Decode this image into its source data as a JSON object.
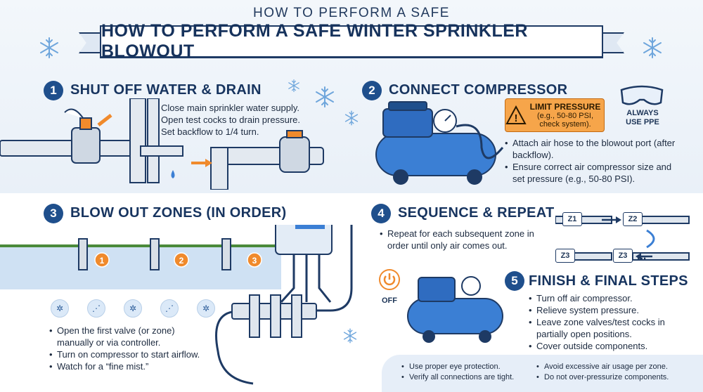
{
  "header": {
    "pre_title": "HOW TO PERFORM A SAFE",
    "title": "HOW TO PERFORM A SAFE WINTER SPRINKLER BLOWOUT"
  },
  "steps": [
    {
      "number": "1",
      "title": "SHUT OFF WATER & DRAIN",
      "bullets": [
        "Close main sprinkler water supply.",
        "Open test cocks to drain pressure.",
        "Set backflow to 1/4 turn."
      ]
    },
    {
      "number": "2",
      "title": "CONNECT COMPRESSOR",
      "bullets": [
        "Attach air hose to the blowout port (after backflow).",
        "Ensure correct air compressor size and set pressure (e.g., 50-80 PSI)."
      ]
    },
    {
      "number": "3",
      "title": "BLOW OUT ZONES (IN ORDER)",
      "bullets": [
        "Open the first valve (or zone) manually or via controller.",
        "Turn on compressor to start airflow.",
        "Watch for a “fine mist.”"
      ]
    },
    {
      "number": "4",
      "title": "SEQUENCE & REPEAT",
      "bullets": [
        "Repeat for each subsequent zone in order until only air comes out."
      ]
    },
    {
      "number": "5",
      "title": "FINISH & FINAL STEPS",
      "bullets": [
        "Turn off air compressor.",
        "Relieve system pressure.",
        "Leave zone valves/test cocks in partially open positions.",
        "Cover outside components."
      ]
    }
  ],
  "warning": {
    "title": "LIMIT PRESSURE",
    "detail": "(e.g., 50-80 PSI, check system)."
  },
  "ppe": {
    "line1": "ALWAYS",
    "line2": "USE PPE"
  },
  "zones": {
    "z1": "Z1",
    "z2": "Z2",
    "z3": "Z3",
    "z3b": "Z3",
    "ellipsis": "...",
    "markers": [
      "1",
      "2",
      "3"
    ]
  },
  "power": {
    "label": "OFF"
  },
  "tips": {
    "left": [
      "Use proper eye protection.",
      "Verify all connections are tight."
    ],
    "right": [
      "Avoid excessive air usage per zone.",
      "Do not over-pressurize components."
    ]
  },
  "colors": {
    "navy": "#1e3a64",
    "blue": "#3b7fd4",
    "orange": "#f08a2c",
    "pipe": "#dfe6ee"
  },
  "icons": [
    "snowflake-icon",
    "warning-triangle-icon",
    "goggles-icon",
    "power-icon",
    "sprinkler-icon",
    "arrow-right-icon"
  ]
}
